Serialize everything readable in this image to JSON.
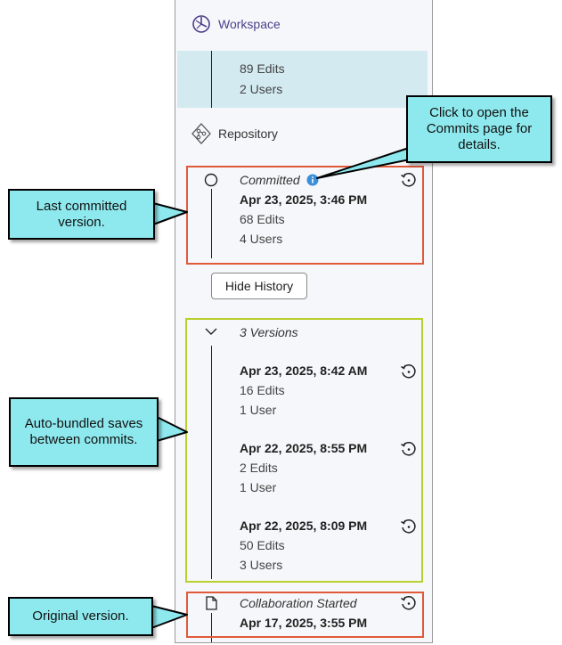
{
  "workspace": {
    "label": "Workspace",
    "edits": "89 Edits",
    "users": "2 Users"
  },
  "repository": {
    "label": "Repository"
  },
  "committed": {
    "status": "Committed",
    "date": "Apr 23, 2025, 3:46 PM",
    "edits": "68 Edits",
    "users": "4 Users"
  },
  "history_button": "Hide History",
  "versions_group": {
    "label": "3 Versions",
    "items": [
      {
        "date": "Apr 23, 2025, 8:42 AM",
        "edits": "16 Edits",
        "users": "1 User"
      },
      {
        "date": "Apr 22, 2025, 8:55 PM",
        "edits": "2 Edits",
        "users": "1 User"
      },
      {
        "date": "Apr 22, 2025, 8:09 PM",
        "edits": "50 Edits",
        "users": "3 Users"
      }
    ]
  },
  "collab": {
    "status": "Collaboration Started",
    "date": "Apr 17, 2025, 3:55 PM"
  },
  "callouts": {
    "commits_page": "Click to open the Commits page for details.",
    "last_committed": "Last committed version.",
    "auto_bundled": "Auto-bundled saves between commits.",
    "original": "Original version."
  },
  "colors": {
    "highlight_red": "#e05a3a",
    "highlight_green": "#b9cf2e",
    "callout_fill": "#8ee9ee",
    "info_blue": "#3b8fd8"
  }
}
